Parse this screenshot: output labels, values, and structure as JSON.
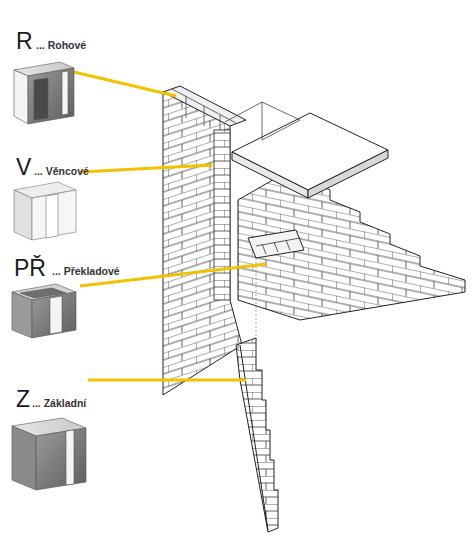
{
  "diagram": {
    "labels": [
      "R",
      "... Rohové",
      "V",
      "... Věncové",
      "PŘ",
      "... Překladové",
      "Z",
      "... Základní"
    ]
  }
}
